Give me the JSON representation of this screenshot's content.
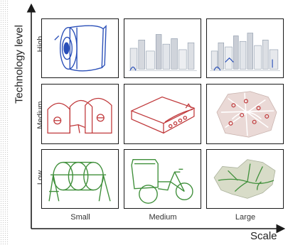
{
  "y_axis": {
    "title": "Technology level",
    "ticks": [
      "High",
      "Medium",
      "Low"
    ]
  },
  "x_axis": {
    "title": "Scale",
    "ticks": [
      "Small",
      "Medium",
      "Large"
    ]
  },
  "colors": {
    "high": "#2a4fb8",
    "medium": "#c0393b",
    "low": "#3f8f3a",
    "axis": "#1a1a1a"
  },
  "panels": [
    {
      "row": "High",
      "col": "Small",
      "icon": "eye-device-icon"
    },
    {
      "row": "High",
      "col": "Medium",
      "icon": "city-model-icon"
    },
    {
      "row": "High",
      "col": "Large",
      "icon": "city-model-icon"
    },
    {
      "row": "Medium",
      "col": "Small",
      "icon": "compost-bins-icon"
    },
    {
      "row": "Medium",
      "col": "Medium",
      "icon": "warehouse-icon"
    },
    {
      "row": "Medium",
      "col": "Large",
      "icon": "city-map-icon"
    },
    {
      "row": "Low",
      "col": "Small",
      "icon": "compost-tumbler-icon"
    },
    {
      "row": "Low",
      "col": "Medium",
      "icon": "cargo-bike-icon"
    },
    {
      "row": "Low",
      "col": "Large",
      "icon": "watershed-map-icon"
    }
  ]
}
